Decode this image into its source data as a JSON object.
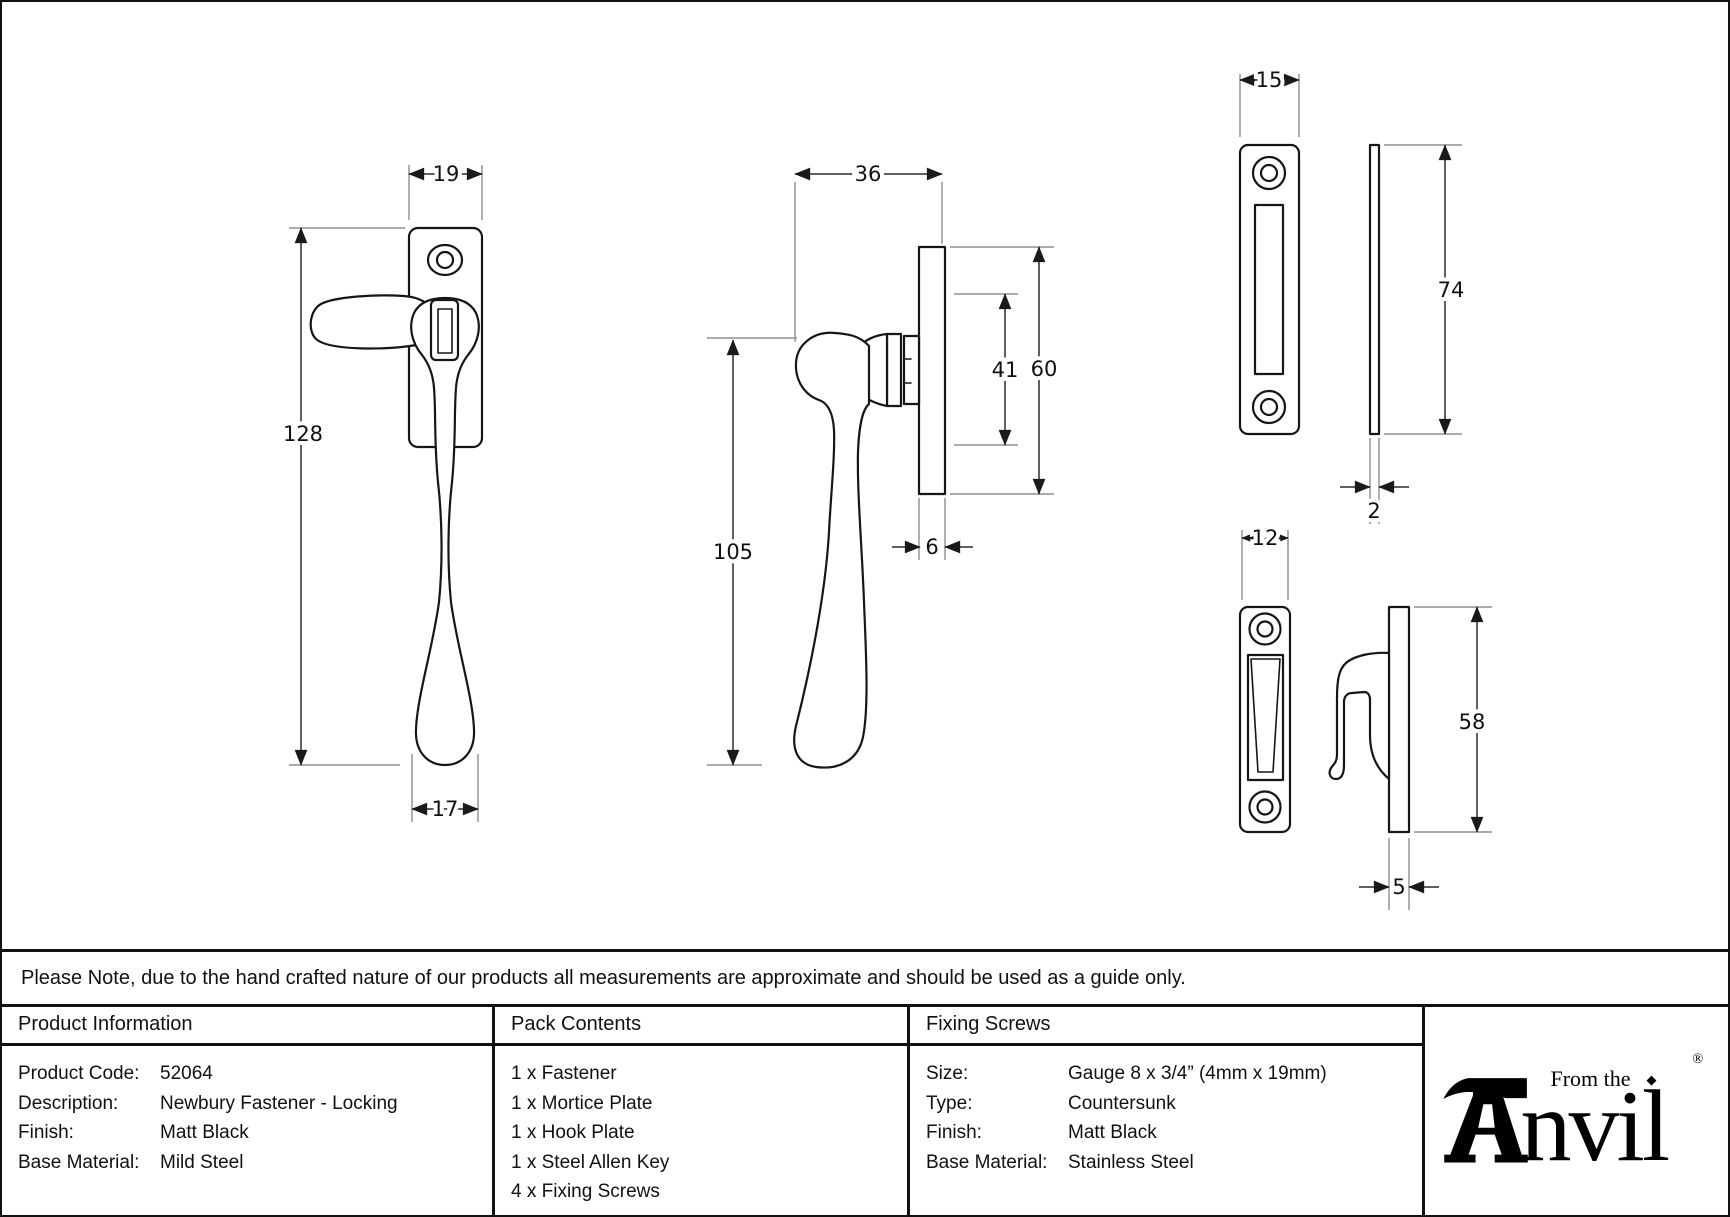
{
  "note": {
    "text": "Please Note, due to the hand crafted nature of our products all measurements are approximate and should be used as a guide only."
  },
  "drawing": {
    "dims": {
      "fastener_width_top": "19",
      "fastener_height": "128",
      "fastener_width_bottom": "17",
      "side_width": "36",
      "side_height": "105",
      "plate_inner_height": "41",
      "plate_height": "60",
      "plate_depth": "6",
      "mortice_width": "15",
      "mortice_height": "74",
      "mortice_thickness": "2",
      "hook_width": "12",
      "hook_height": "58",
      "hook_thickness": "5"
    }
  },
  "table": {
    "product_information": {
      "header": "Product Information",
      "rows": [
        {
          "label": "Product Code:",
          "value": "52064"
        },
        {
          "label": "Description:",
          "value": "Newbury Fastener - Locking"
        },
        {
          "label": "Finish:",
          "value": "Matt Black"
        },
        {
          "label": "Base Material:",
          "value": "Mild Steel"
        }
      ]
    },
    "pack_contents": {
      "header": "Pack Contents",
      "items": [
        "1 x Fastener",
        "1 x Mortice Plate",
        "1 x Hook Plate",
        "1 x Steel Allen Key",
        "4 x Fixing Screws"
      ]
    },
    "fixing_screws": {
      "header": "Fixing Screws",
      "rows": [
        {
          "label": "Size:",
          "value": "Gauge 8 x 3/4” (4mm x 19mm)"
        },
        {
          "label": "Type:",
          "value": "Countersunk"
        },
        {
          "label": "Finish:",
          "value": "Matt Black"
        },
        {
          "label": "Base Material:",
          "value": "Stainless Steel"
        }
      ]
    },
    "brand": {
      "tagline": "From the",
      "name": "Anvil",
      "name_rest": "nvil",
      "diamond": "◆",
      "registered": "®"
    }
  }
}
